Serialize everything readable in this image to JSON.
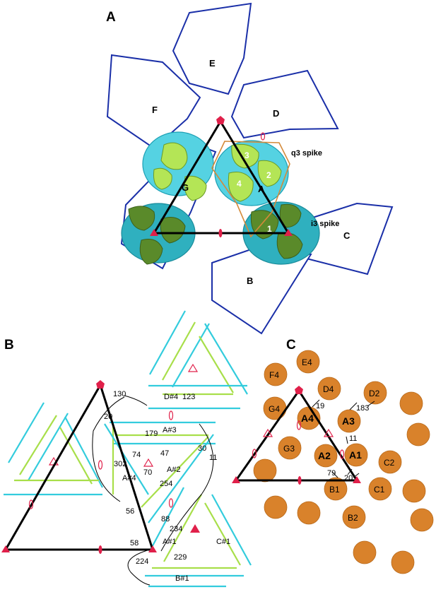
{
  "panels": {
    "a": {
      "letter": "A",
      "domain_labels": {
        "E": "E",
        "F": "F",
        "D": "D",
        "C": "C",
        "B": "B",
        "G": "G",
        "A": "A"
      },
      "subunit_labels": [
        "1",
        "2",
        "3",
        "4"
      ],
      "spike_labels": {
        "q3": "q3 spike",
        "i3": "i3 spike"
      }
    },
    "b": {
      "letter": "B",
      "chain_labels": [
        "D#4",
        "A#3",
        "A#2",
        "A#4",
        "A#1",
        "C#1",
        "B#1"
      ],
      "residue_numbers": [
        "130",
        "123",
        "179",
        "20",
        "74",
        "47",
        "30",
        "11",
        "302",
        "70",
        "254",
        "56",
        "88",
        "234",
        "58",
        "224",
        "229"
      ]
    },
    "c": {
      "letter": "C",
      "disk_labels": [
        "F4",
        "E4",
        "D4",
        "D2",
        "G4",
        "A4",
        "A3",
        "G3",
        "A2",
        "A1",
        "C2",
        "B1",
        "C1",
        "B2"
      ],
      "contact_numbers": [
        "19",
        "183",
        "11",
        "79",
        "20"
      ]
    }
  },
  "colors": {
    "domain_outline": "#1a2fa8",
    "cyan_domain": "#33ccdd",
    "teal_domain": "#2aa9b8",
    "lime_subunit": "#a8df4a",
    "olive_subunit": "#5a8a2a",
    "orange_disk": "#d9822b",
    "symbol_red": "#e0204a"
  }
}
